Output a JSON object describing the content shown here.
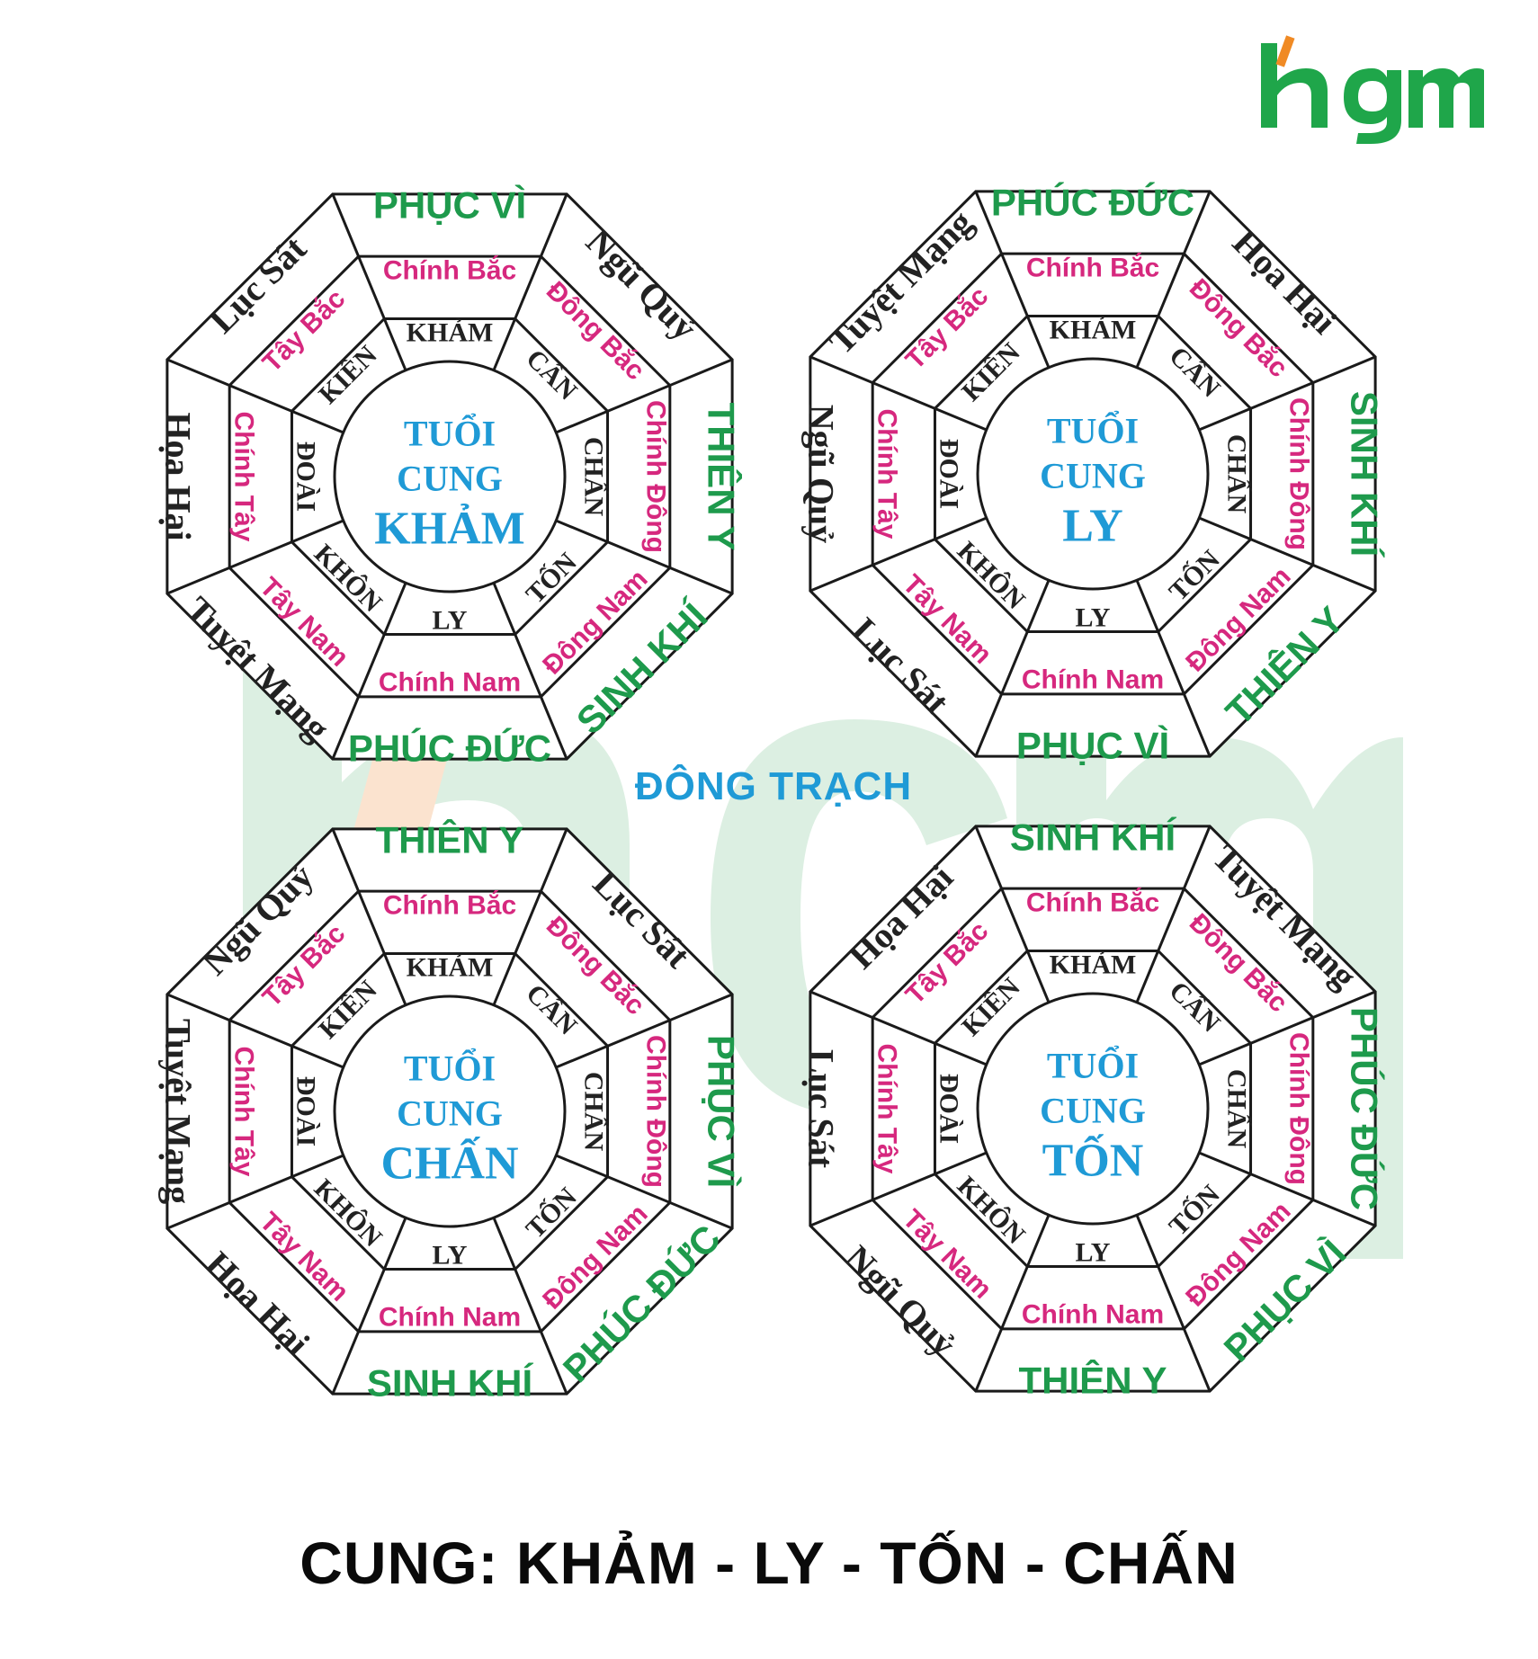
{
  "logo": {
    "text": "hgm",
    "colors": {
      "green": "#1fa64a",
      "orange": "#f08a24"
    }
  },
  "center_title": "ĐÔNG TRẠCH",
  "bottom_caption": "CUNG: KHẢM - LY - TỐN - CHẤN",
  "colors": {
    "outer_green": "#1e9a4c",
    "direction_pink": "#d6287e",
    "trigram_black": "#222222",
    "center_blue": "#1f9ad6",
    "watermark_green": "#dcefe2",
    "watermark_orange": "#fbe3cf"
  },
  "baguas": [
    {
      "title": [
        "TUỔI",
        "CUNG",
        "KHẢM"
      ],
      "outer": [
        "PHỤC VÌ",
        "Ngũ Quỷ",
        "THIÊN Y",
        "SINH KHÍ",
        "PHÚC ĐỨC",
        "Tuyệt Mạng",
        "Họa Hại",
        "Lục Sát"
      ],
      "outer_green": [
        true,
        false,
        true,
        true,
        true,
        false,
        false,
        false
      ],
      "middle": [
        "Chính Bắc",
        "Đông Bắc",
        "Chính Đông",
        "Đông Nam",
        "Chính Nam",
        "Tây Nam",
        "Chính Tây",
        "Tây Bắc"
      ],
      "inner": [
        "KHẢM",
        "CẤN",
        "CHẤN",
        "TỐN",
        "LY",
        "KHÔN",
        "ĐOÀI",
        "KIỀN"
      ]
    },
    {
      "title": [
        "TUỔI",
        "CUNG",
        "LY"
      ],
      "outer": [
        "PHÚC ĐỨC",
        "Họa Hại",
        "SINH KHÍ",
        "THIÊN Y",
        "PHỤC VÌ",
        "Lục Sát",
        "Ngũ Quỷ",
        "Tuyệt Mạng"
      ],
      "outer_green": [
        true,
        false,
        true,
        true,
        true,
        false,
        false,
        false
      ],
      "middle": [
        "Chính Bắc",
        "Đông Bắc",
        "Chính Đông",
        "Đông Nam",
        "Chính Nam",
        "Tây Nam",
        "Chính Tây",
        "Tây Bắc"
      ],
      "inner": [
        "KHẢM",
        "CẤN",
        "CHẤN",
        "TỐN",
        "LY",
        "KHÔN",
        "ĐOÀI",
        "KIỀN"
      ]
    },
    {
      "title": [
        "TUỔI",
        "CUNG",
        "CHẤN"
      ],
      "outer": [
        "THIÊN Y",
        "Lục Sát",
        "PHỤC VÌ",
        "PHÚC ĐỨC",
        "SINH KHÍ",
        "Họa Hại",
        "Tuyệt Mạng",
        "Ngũ Quỷ"
      ],
      "outer_green": [
        true,
        false,
        true,
        true,
        true,
        false,
        false,
        false
      ],
      "middle": [
        "Chính Bắc",
        "Đông Bắc",
        "Chính Đông",
        "Đông Nam",
        "Chính Nam",
        "Tây Nam",
        "Chính Tây",
        "Tây Bắc"
      ],
      "inner": [
        "KHẢM",
        "CẤN",
        "CHẤN",
        "TỐN",
        "LY",
        "KHÔN",
        "ĐOÀI",
        "KIỀN"
      ]
    },
    {
      "title": [
        "TUỔI",
        "CUNG",
        "TỐN"
      ],
      "outer": [
        "SINH KHÍ",
        "Tuyệt Mạng",
        "PHÚC ĐỨC",
        "PHỤC VÌ",
        "THIÊN Y",
        "Ngũ Quỷ",
        "Lục Sát",
        "Họa Hại"
      ],
      "outer_green": [
        true,
        false,
        true,
        true,
        true,
        false,
        false,
        false
      ],
      "middle": [
        "Chính Bắc",
        "Đông Bắc",
        "Chính Đông",
        "Đông Nam",
        "Chính Nam",
        "Tây Nam",
        "Chính Tây",
        "Tây Bắc"
      ],
      "inner": [
        "KHẢM",
        "CẤN",
        "CHẤN",
        "TỐN",
        "LY",
        "KHÔN",
        "ĐOÀI",
        "KIỀN"
      ]
    }
  ]
}
